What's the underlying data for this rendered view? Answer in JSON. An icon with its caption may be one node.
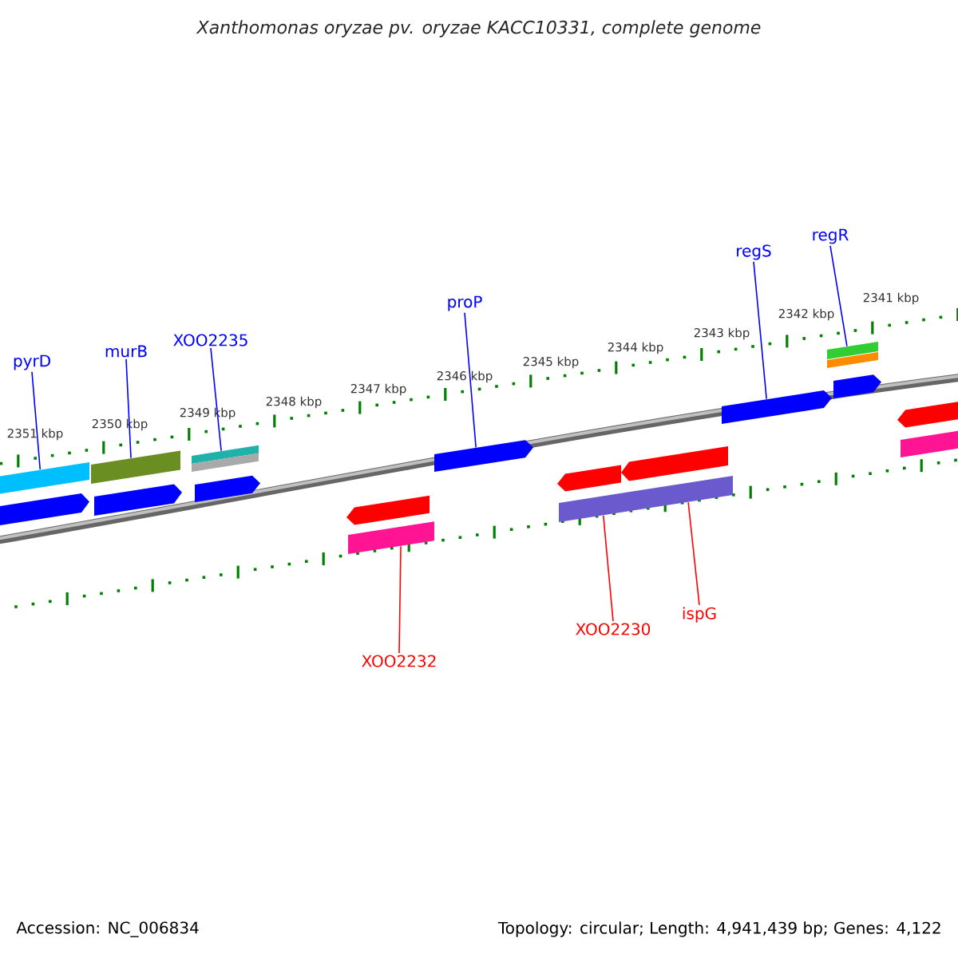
{
  "diagram": {
    "title": "Xanthomonas oryzae pv. oryzae KACC10331, complete genome",
    "nodes": [
      {
        "text": [
          "pyrD"
        ]
      },
      {
        "text": [
          "murB"
        ]
      },
      {
        "text": [
          "XOO2235"
        ]
      },
      {
        "text": [
          "proP"
        ]
      },
      {
        "text": [
          "regS"
        ]
      },
      {
        "text": [
          "regR"
        ]
      },
      {
        "text": [
          "XOO2232"
        ]
      },
      {
        "text": [
          "XOO2230"
        ]
      },
      {
        "text": [
          "ispG"
        ]
      },
      {
        "text": [],
        "shape": "bar"
      },
      {
        "text": [],
        "shape": "bar"
      },
      {
        "text": [],
        "shape": "bar"
      },
      {
        "text": [],
        "shape": "bar"
      },
      {
        "text": [],
        "shape": "bar"
      },
      {
        "text": [],
        "shape": "bar"
      },
      {
        "text": [],
        "shape": "bar"
      },
      {
        "text": [],
        "shape": "bar"
      },
      {
        "text": [],
        "shape": "bar"
      },
      {
        "text": [],
        "shape": "bar"
      },
      {
        "text": [],
        "shape": "bar"
      },
      {
        "text": [],
        "shape": "bar"
      },
      {
        "text": [],
        "shape": "bar"
      },
      {
        "text": [],
        "shape": "bar"
      },
      {
        "text": [],
        "shape": "bar"
      },
      {
        "text": [],
        "shape": "bar"
      },
      {
        "text": [],
        "shape": "bar"
      },
      {
        "text": [],
        "shape": "bar"
      },
      {
        "text": [],
        "shape": "bar"
      }
    ],
    "edges": [
      {
        "from": 0,
        "to": 9,
        "arrow": "none"
      },
      {
        "from": 1,
        "to": 10,
        "arrow": "none"
      },
      {
        "from": 2,
        "to": 11,
        "arrow": "none"
      },
      {
        "from": 3,
        "to": 16,
        "arrow": "none"
      },
      {
        "from": 4,
        "to": 17,
        "arrow": "none"
      },
      {
        "from": 5,
        "to": 18,
        "arrow": "none"
      },
      {
        "from": 6,
        "to": 24,
        "arrow": "none",
        "color": "#ff0000"
      },
      {
        "from": 7,
        "to": 27,
        "arrow": "none",
        "color": "#ff0000"
      },
      {
        "from": 8,
        "to": 27,
        "arrow": "none",
        "color": "#ff0000"
      }
    ],
    "labels": [
      "2351 kbp",
      "2350 kbp",
      "2349 kbp",
      "2348 kbp",
      "2347 kbp",
      "2346 kbp",
      "2345 kbp",
      "2344 kbp",
      "2343 kbp",
      "2342 kbp",
      "2341 kbp",
      "Accession: NC_006834",
      "Topology: circular; Length: 4,941,439 bp; Genes: 4,122"
    ]
  }
}
